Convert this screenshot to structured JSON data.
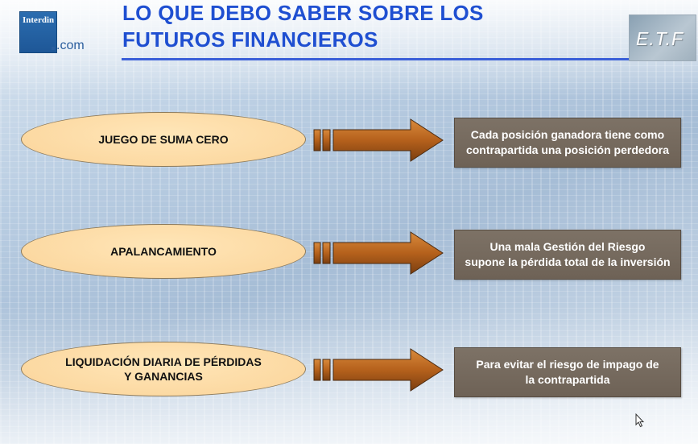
{
  "logo": {
    "brand": "Interdin",
    "suffix": ".com"
  },
  "title": {
    "line1": "LO QUE DEBO SABER SOBRE LOS",
    "line2": "FUTUROS FINANCIEROS"
  },
  "badge": {
    "text": "E.T.F"
  },
  "rows": [
    {
      "concept": [
        "JUEGO DE SUMA CERO"
      ],
      "explanation": [
        "Cada posición ganadora tiene como",
        "contrapartida una posición perdedora"
      ]
    },
    {
      "concept": [
        "APALANCAMIENTO"
      ],
      "explanation": [
        "Una mala Gestión del Riesgo",
        "supone la pérdida total de la inversión"
      ]
    },
    {
      "concept": [
        "LIQUIDACIÓN DIARIA DE PÉRDIDAS",
        "Y GANANCIAS"
      ],
      "explanation": [
        "Para evitar el riesgo de impago de",
        "la contrapartida"
      ]
    }
  ],
  "colors": {
    "title": "#1f4fd1",
    "ellipse_fill": "#fcd9a2",
    "arrow_fill": "#b5611c",
    "box_fill": "#766a5e"
  },
  "icons": {
    "cursor": "mouse-pointer-icon",
    "arrow": "right-arrow-icon"
  }
}
